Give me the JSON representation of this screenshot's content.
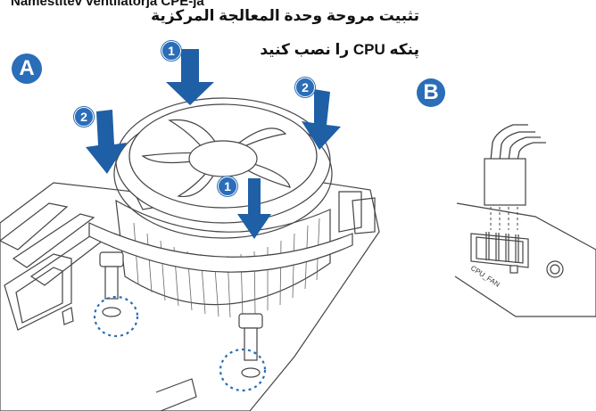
{
  "header": {
    "title": "Namestitev ventilatorja CPE-ja"
  },
  "captions": {
    "arabic": "تثبيت مروحة وحدة المعالجة المركزية",
    "persian": "پنکه CPU را نصب کنید"
  },
  "panels": {
    "a": "A",
    "b": "B"
  },
  "steps": {
    "press_1": "1",
    "press_2": "2"
  },
  "connector": {
    "label": "CPU_FAN"
  },
  "colors": {
    "arrow": "#1f5fa6",
    "badge": "#2a6db8",
    "line": "#444444",
    "dots": "#2a6db8"
  }
}
